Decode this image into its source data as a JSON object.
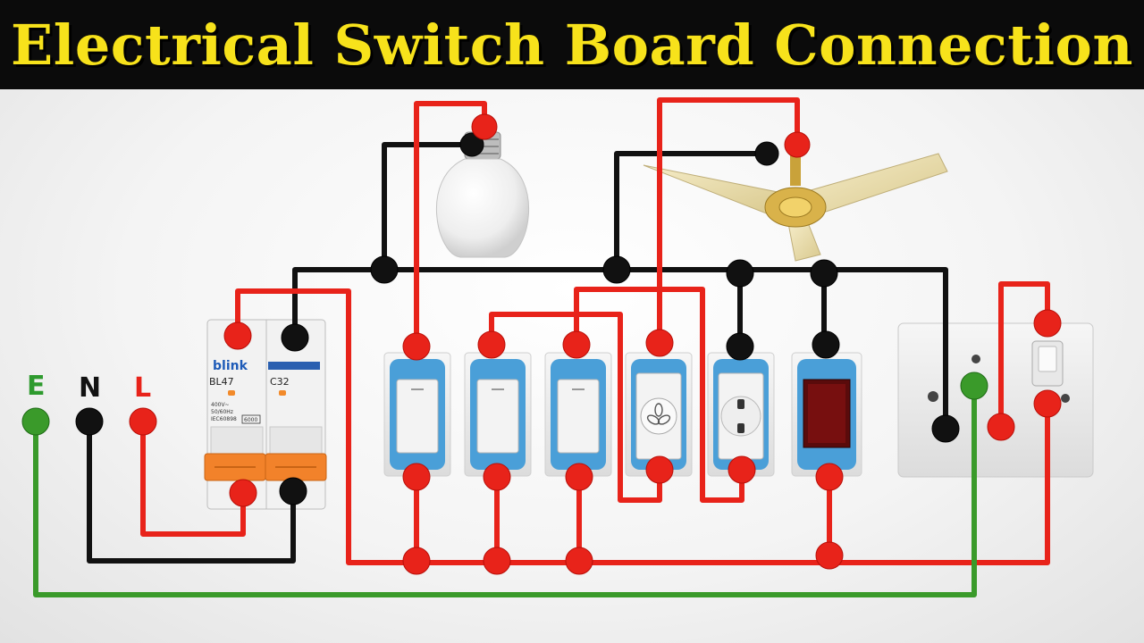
{
  "title": "Electrical Switch Board Connection",
  "terminals": {
    "earth": {
      "label": "E",
      "color": "#2e9a2e"
    },
    "neutral": {
      "label": "N",
      "color": "#111111"
    },
    "live": {
      "label": "L",
      "color": "#e8231a"
    }
  },
  "breaker": {
    "brand": "blink",
    "model": "BL47",
    "rating": "C32",
    "spec_line_1": "400V~",
    "spec_line_2": "50/60Hz",
    "spec_line_3": "IEC60898",
    "capacity": "6000"
  },
  "colors": {
    "live_wire": "#e8231a",
    "neutral_wire": "#111111",
    "earth_wire": "#3a9a2a",
    "switch_frame": "#4a9fd8",
    "title_text": "#f7e21b",
    "title_background": "#0b0b0b"
  },
  "icons": {
    "bulb": "light-bulb-icon",
    "fan": "ceiling-fan-icon",
    "regulator": "fan-regulator-icon",
    "socket": "power-socket-icon",
    "indicator": "indicator-lamp-icon"
  }
}
